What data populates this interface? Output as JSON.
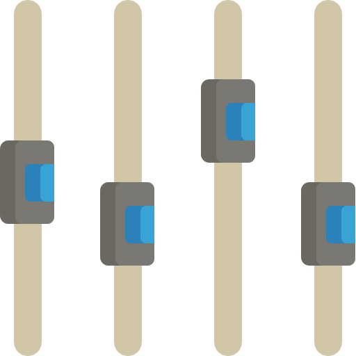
{
  "icon": {
    "name": "equalizer-sliders-icon",
    "colors": {
      "track": "#d1c6a8",
      "knob_dark": "#6a6860",
      "knob_face": "#797873",
      "indicator_dark": "#2b81ba",
      "indicator_light": "#3aa3d6"
    },
    "sliders": [
      {
        "id": "slider-1",
        "level_percent": 51
      },
      {
        "id": "slider-2",
        "level_percent": 37
      },
      {
        "id": "slider-3",
        "level_percent": 72
      },
      {
        "id": "slider-4",
        "level_percent": 37
      }
    ]
  }
}
